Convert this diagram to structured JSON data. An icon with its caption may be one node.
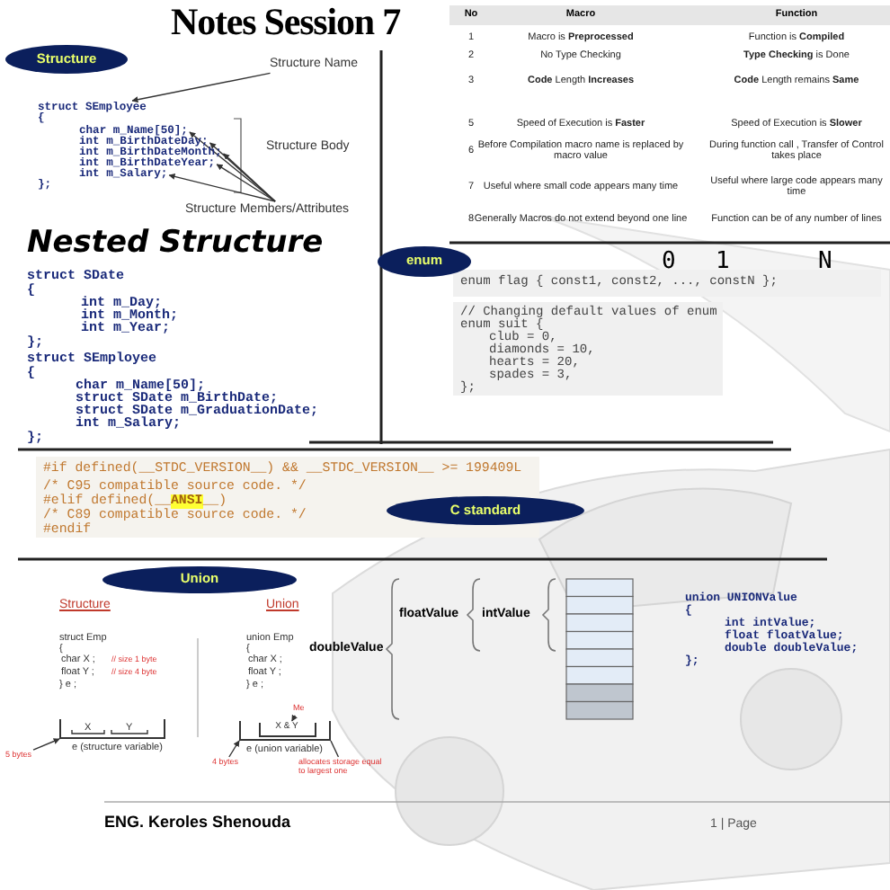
{
  "diagram": {
    "title": "Notes Session 7",
    "nodes": [
      {
        "text": [
          "Structure"
        ]
      },
      {
        "text": [
          "Structure Name"
        ]
      },
      {
        "text": [
          "struct SEmployee"
        ]
      },
      {
        "text": [
          "char m_Name[50];"
        ]
      },
      {
        "text": [
          "int m_BirthDateDay;"
        ]
      },
      {
        "text": [
          "int m_BirthDateMonth;"
        ]
      },
      {
        "text": [
          "int m_BirthDateYear;"
        ]
      },
      {
        "text": [
          "int m_Salary;"
        ]
      },
      {
        "text": [
          "Structure Members/Attributes"
        ]
      },
      {
        "text": [
          "enum"
        ]
      },
      {
        "text": [
          "C standard"
        ]
      },
      {
        "text": [
          "Union"
        ]
      },
      {
        "text": [
          "5 bytes"
        ]
      },
      {
        "text": [
          "4 bytes"
        ]
      },
      {
        "text": [
          "allocates storage equal to largest one"
        ]
      },
      {
        "text": [
          "Me"
        ]
      },
      {
        "text": [],
        "shape": "bracket"
      },
      {
        "text": [],
        "shape": "bracket"
      },
      {
        "text": [
          "X & Y"
        ],
        "in": 17
      }
    ],
    "edges": [
      {
        "from": 1,
        "to": 2,
        "arrow": "to"
      },
      {
        "from": 8,
        "to": 3,
        "arrow": "to"
      },
      {
        "from": 8,
        "to": 4,
        "arrow": "to"
      },
      {
        "from": 8,
        "to": 5,
        "arrow": "to"
      },
      {
        "from": 8,
        "to": 6,
        "arrow": "to"
      },
      {
        "from": 8,
        "to": 7,
        "arrow": "to"
      },
      {
        "from": 12,
        "to": 16,
        "arrow": "to"
      },
      {
        "from": 13,
        "to": 17,
        "arrow": "to"
      },
      {
        "from": 14,
        "to": 17,
        "arrow": "none"
      },
      {
        "from": 15,
        "to": 18,
        "arrow": "to"
      }
    ],
    "labels": [
      "Structure Body",
      "{",
      "};",
      "Nested Structure",
      "struct SDate",
      "{",
      "int m_Day;",
      "int m_Month;",
      "int m_Year;",
      "};",
      "struct SEmployee",
      "{",
      "char m_Name[50];",
      "struct SDate m_BirthDate;",
      "struct SDate m_GraduationDate;",
      "int m_Salary;",
      "};",
      "No",
      "Macro",
      "Function",
      "1",
      "Macro is **Preprocessed**",
      "Function is **Compiled**",
      "2",
      "No Type Checking",
      "**Type Checking** is Done",
      "3",
      "**Code** Length **Increases**",
      "**Code** Length remains **Same**",
      "5",
      "Speed of Execution is **Faster**",
      "Speed of Execution is **Slower**",
      "6",
      "Before Compilation macro name is replaced by macro value",
      "During function call , Transfer of Control takes place",
      "7",
      "Useful where small code appears many time",
      "Useful where large code appears many time",
      "8",
      "Generally Macros do not extend beyond one line",
      "Function can be of any number of lines",
      "0",
      "1",
      "N",
      "enum flag { const1, const2, ..., constN };",
      "// Changing default values of enum",
      "enum suit {",
      "club = 0,",
      "diamonds = 10,",
      "hearts = 20,",
      "spades = 3,",
      "};",
      "#if defined(__STDC_VERSION__) && __STDC_VERSION__ >= 199409L",
      "/* C95 compatible source code. */",
      "#elif defined(__**ANSI**__)",
      "/* C89 compatible source code. */",
      "#endif",
      "Structure",
      "Union",
      "struct Emp",
      "{",
      "char X ;",
      "// size 1 byte",
      "float Y ;",
      "// size 4 byte",
      "} e ;",
      "X",
      "Y",
      "e (structure variable)",
      "union Emp",
      "{",
      "char X ;",
      "float Y ;",
      "} e ;",
      "e (union variable)",
      "doubleValue",
      "floatValue",
      "intValue",
      "union UNIONValue",
      "{",
      "int intValue;",
      "float floatValue;",
      "double doubleValue;",
      "};",
      "ENG. Keroles Shenouda",
      "1 | Page"
    ]
  }
}
